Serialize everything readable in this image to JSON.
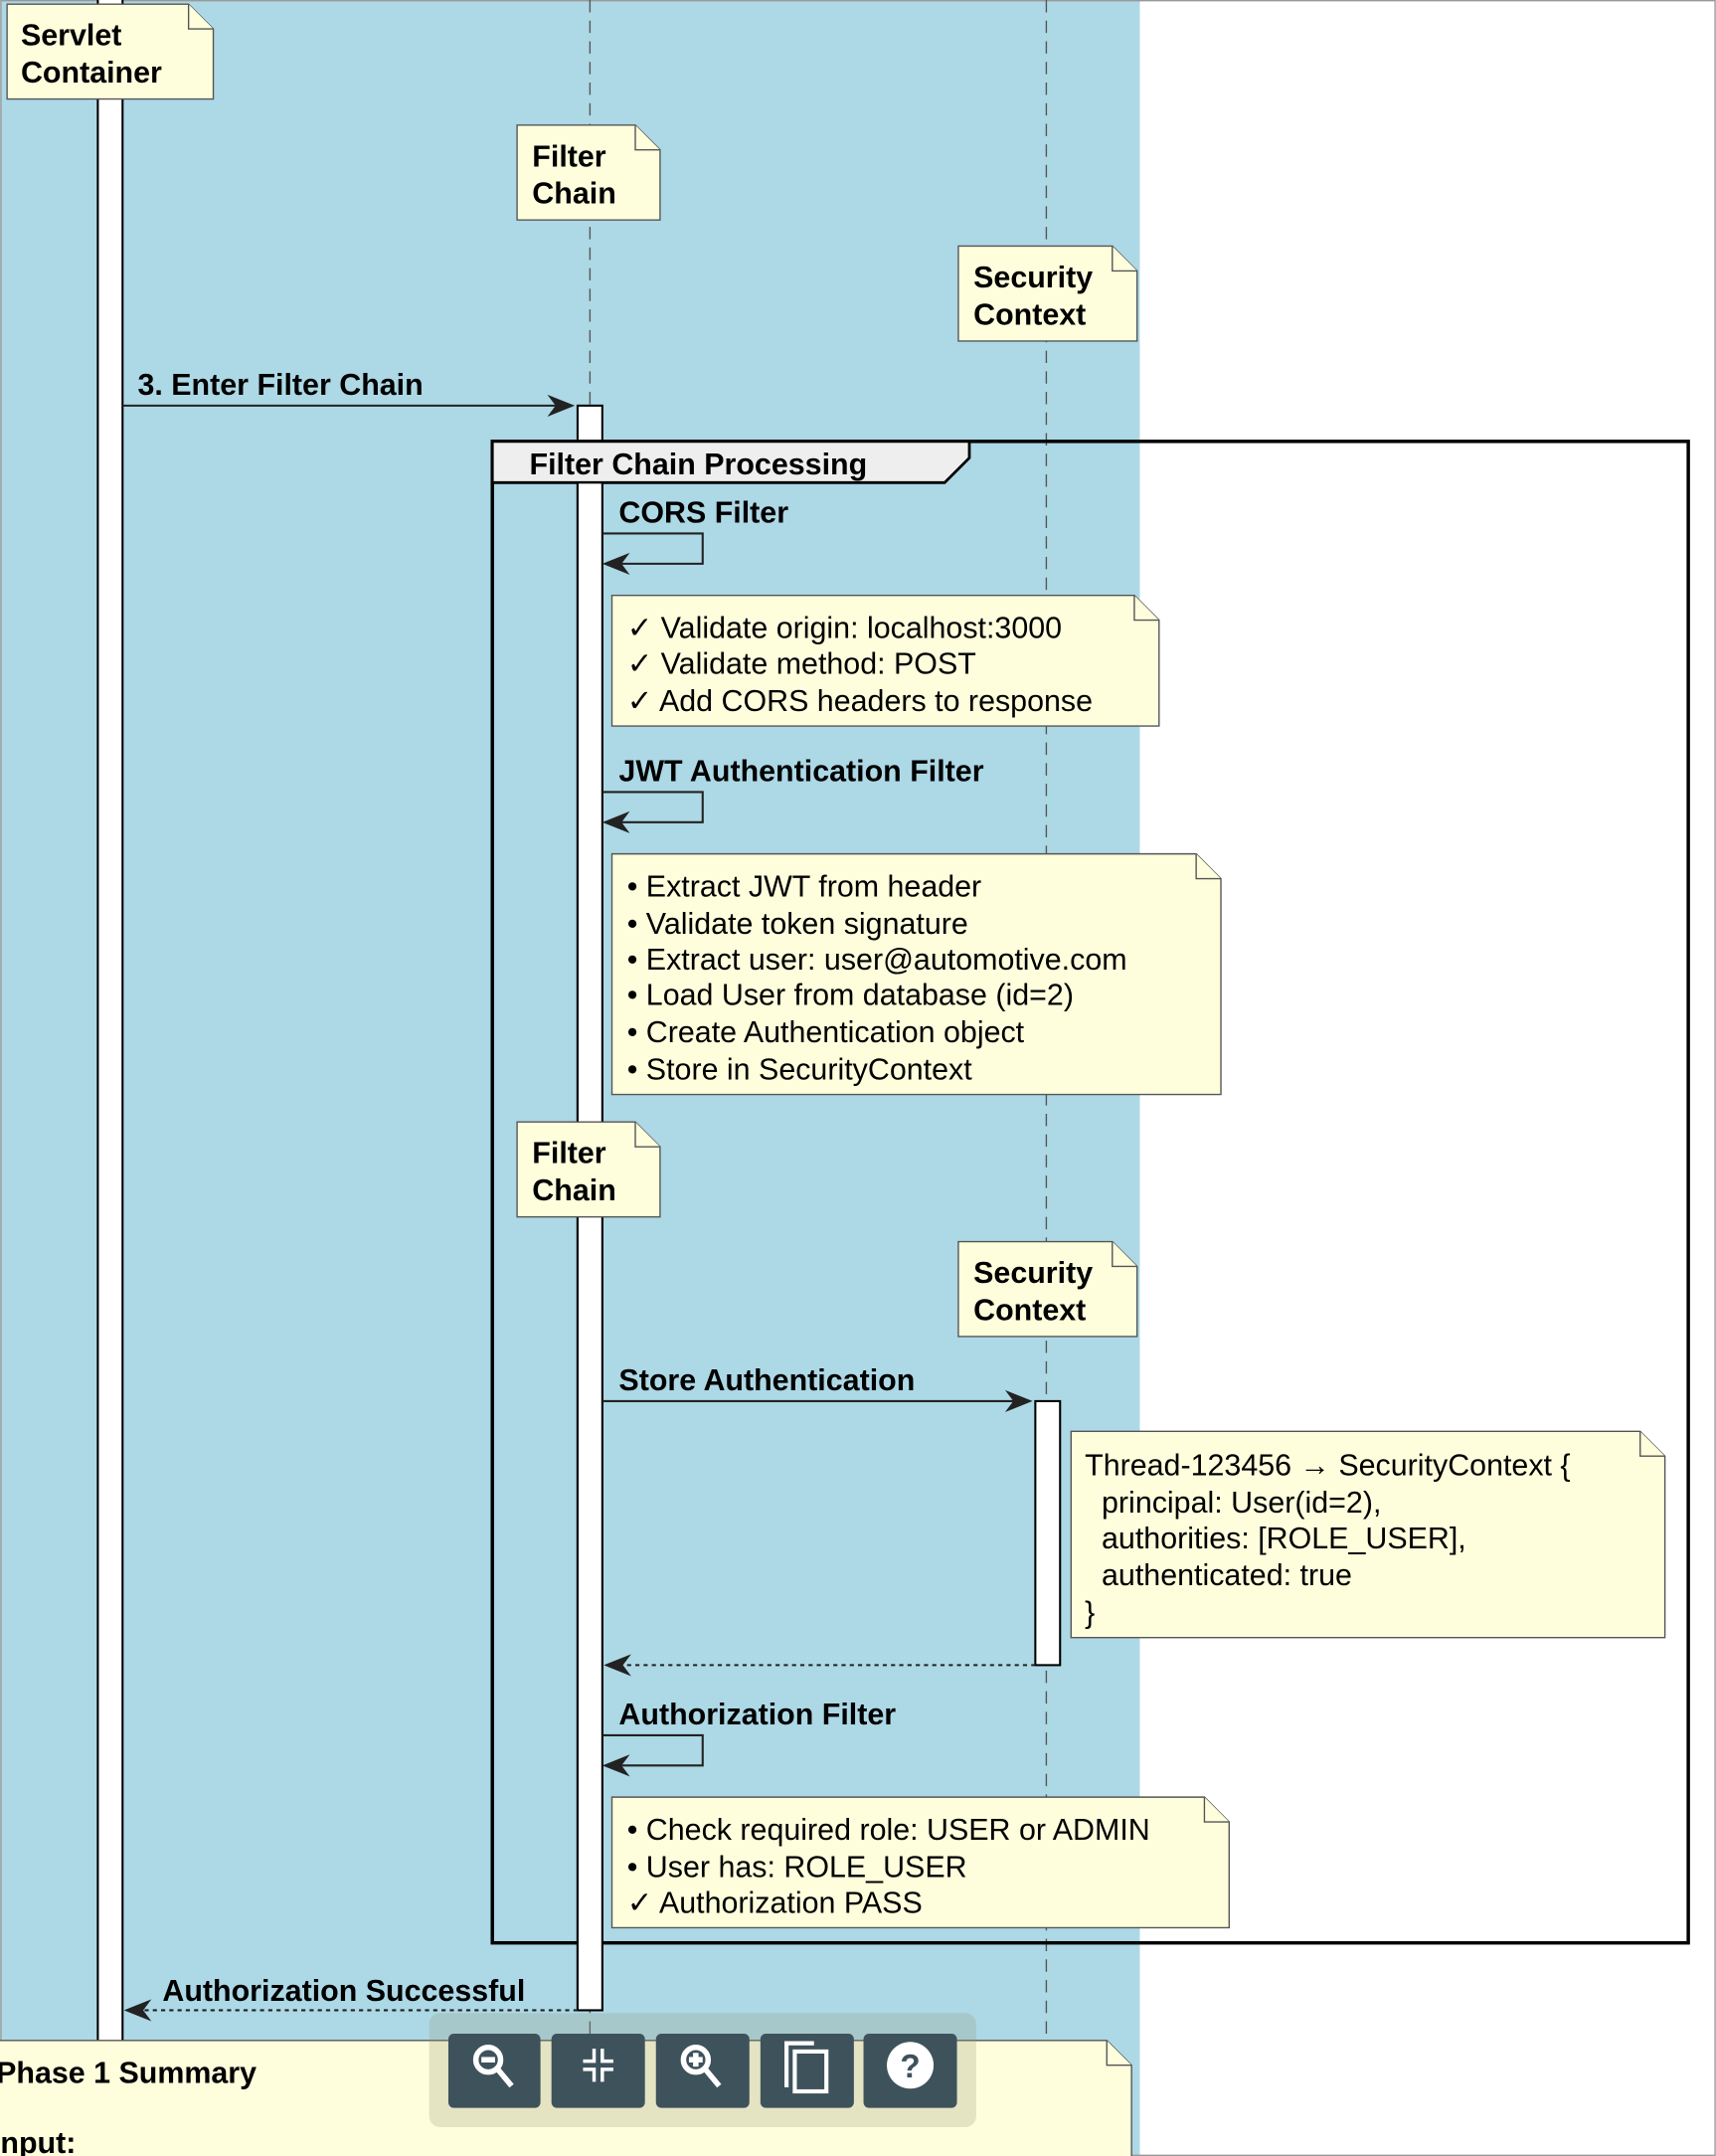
{
  "colors": {
    "canvas_background": "#ADD8E6",
    "note_fill": "#FEFEDD",
    "group_header_fill": "#EEEEEE",
    "toolbar_button": "#3E525C"
  },
  "participants": {
    "servlet": [
      "Servlet",
      "Container"
    ],
    "filter_chain": [
      "Filter",
      "Chain"
    ],
    "security_context": [
      "Security",
      "Context"
    ]
  },
  "messages": {
    "enter_filter_chain": "3. Enter Filter Chain",
    "cors_filter": "CORS Filter",
    "jwt_filter": "JWT Authentication Filter",
    "store_auth": "Store Authentication",
    "authorization_filter": "Authorization Filter",
    "authorization_successful": "Authorization Successful"
  },
  "group": {
    "title": "Filter Chain Processing"
  },
  "notes": {
    "cors": [
      "✓ Validate origin: localhost:3000",
      "✓ Validate method: POST",
      "✓ Add CORS headers to response"
    ],
    "jwt": [
      "• Extract JWT from header",
      "• Validate token signature",
      "• Extract user: user@automotive.com",
      "• Load User from database (id=2)",
      "• Create Authentication object",
      "• Store in SecurityContext"
    ],
    "security_context": [
      "Thread-123456 → SecurityContext {",
      "  principal: User(id=2),",
      "  authorities: [ROLE_USER],",
      "  authenticated: true",
      "}"
    ],
    "authorization": [
      "• Check required role: USER or ADMIN",
      "• User has: ROLE_USER",
      "✓ Authorization PASS"
    ],
    "summary": {
      "title": "Phase 1 Summary",
      "input_label": "Input:"
    }
  },
  "toolbar": {
    "buttons": [
      "zoom-out-icon",
      "fit-icon",
      "zoom-in-icon",
      "copy-icon",
      "help-icon"
    ]
  }
}
